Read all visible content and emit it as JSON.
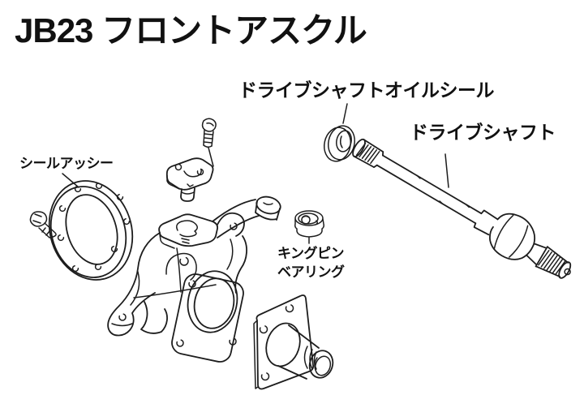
{
  "page": {
    "title": "JB23 フロントアスクル"
  },
  "diagram": {
    "labels": {
      "oil_seal": "ドライブシャフトオイルシール",
      "drive_shaft": "ドライブシャフト",
      "seal_assy": "シールアッシー",
      "kingpin_line1": "キングピン",
      "kingpin_line2": "ベアリング"
    },
    "colors": {
      "ink": "#1d1d1d",
      "text": "#111111",
      "background": "#ffffff"
    }
  }
}
